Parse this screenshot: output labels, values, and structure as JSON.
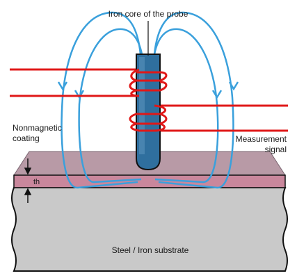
{
  "labels": {
    "probe_core": "Iron core of the probe",
    "coating_line1": "Nonmagnetic",
    "coating_line2": "coating",
    "signal_line1": "Measurement",
    "signal_line2": "signal",
    "thickness": "th",
    "substrate": "Steel / Iron substrate"
  },
  "colors": {
    "field_lines": "#3aa0dc",
    "coil_and_wires": "#e01818",
    "probe_core": "#2f6f9e",
    "coating": "#c9879c",
    "substrate": "#c9c9c9",
    "outline": "#111111"
  }
}
